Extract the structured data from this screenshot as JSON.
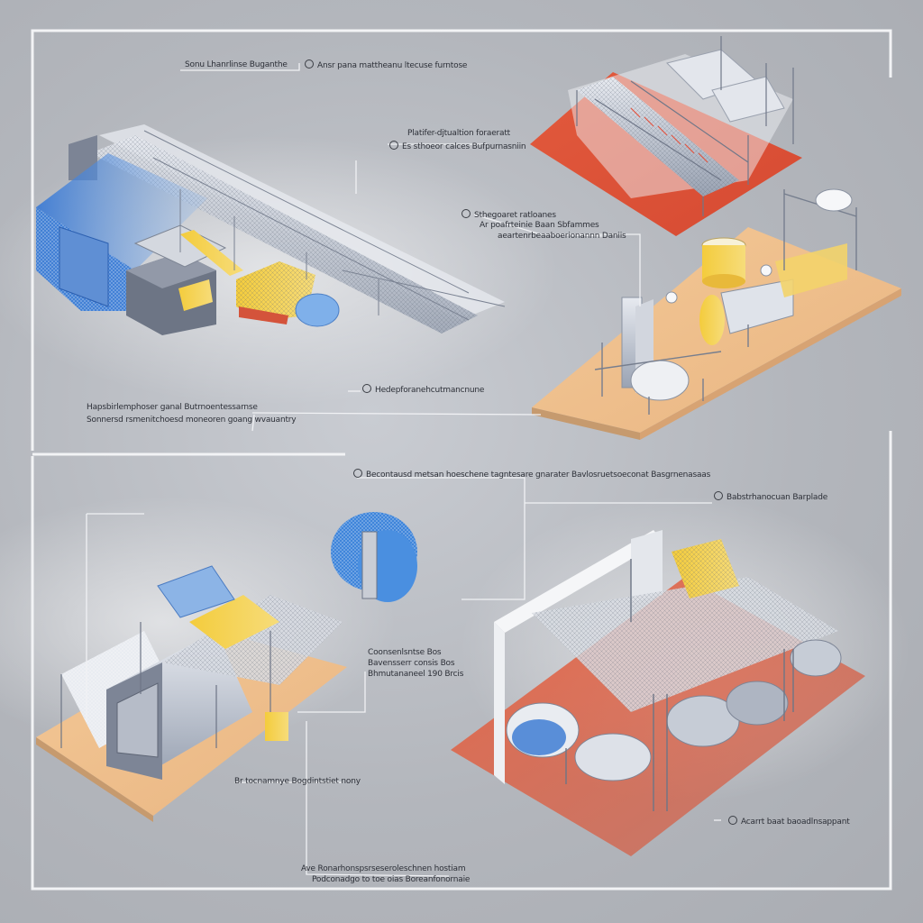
{
  "annotations": [
    {
      "id": "a1",
      "lines": [
        "Sonu Lhanrlinse Buganthe",
        "Ansr pana mattheanu ltecuse furntose"
      ]
    },
    {
      "id": "a2",
      "lines": [
        "Platifer-djtualtion foraeratt",
        "Es sthoeor calces Bufpurnasniin"
      ]
    },
    {
      "id": "a3",
      "lines": [
        "Sthegoaret ratloanes",
        "Ar poafrteinie Baan Sbfammes",
        "aeartenrbeaaboerionannn Daniis"
      ]
    },
    {
      "id": "a4",
      "lines": [
        "Hedepforanehcutmancnune"
      ]
    },
    {
      "id": "a5",
      "lines": [
        "Hapsbirlemphoser ganal Butrnoentessarnse",
        "Sonnersd rsmenitchoesd moneoren goang wvauantry"
      ]
    },
    {
      "id": "a6",
      "lines": [
        "Becontausd metsan hoeschene tagntesare gnarater Bavlosruetsoeconat Basgrnenasaas"
      ]
    },
    {
      "id": "a7",
      "lines": [
        "Babstrhanocuan Barplade"
      ]
    },
    {
      "id": "a8",
      "lines": [
        "Coonsenlsntse Bos",
        "Bavensserr consis Bos",
        "Bhmutananeel 190 Brcis"
      ]
    },
    {
      "id": "a9",
      "lines": [
        "Br tocnamnye Bogdintstiet nony"
      ]
    },
    {
      "id": "a10",
      "lines": [
        "Ave Ronarhonspsrseseroleschnen hostiam",
        "Podconadgo to toe oias Boreanfonornaie"
      ]
    },
    {
      "id": "a11",
      "lines": [
        "Acarrt baat baoadlnsappant"
      ]
    }
  ],
  "colors": {
    "background": "#b3b6bc",
    "frame": "#f2f3f5",
    "blue": "#3f82d8",
    "yellow": "#f2c53a",
    "red": "#df5a3e",
    "tan": "#f0c79a",
    "steel": "#9aa2b1"
  }
}
